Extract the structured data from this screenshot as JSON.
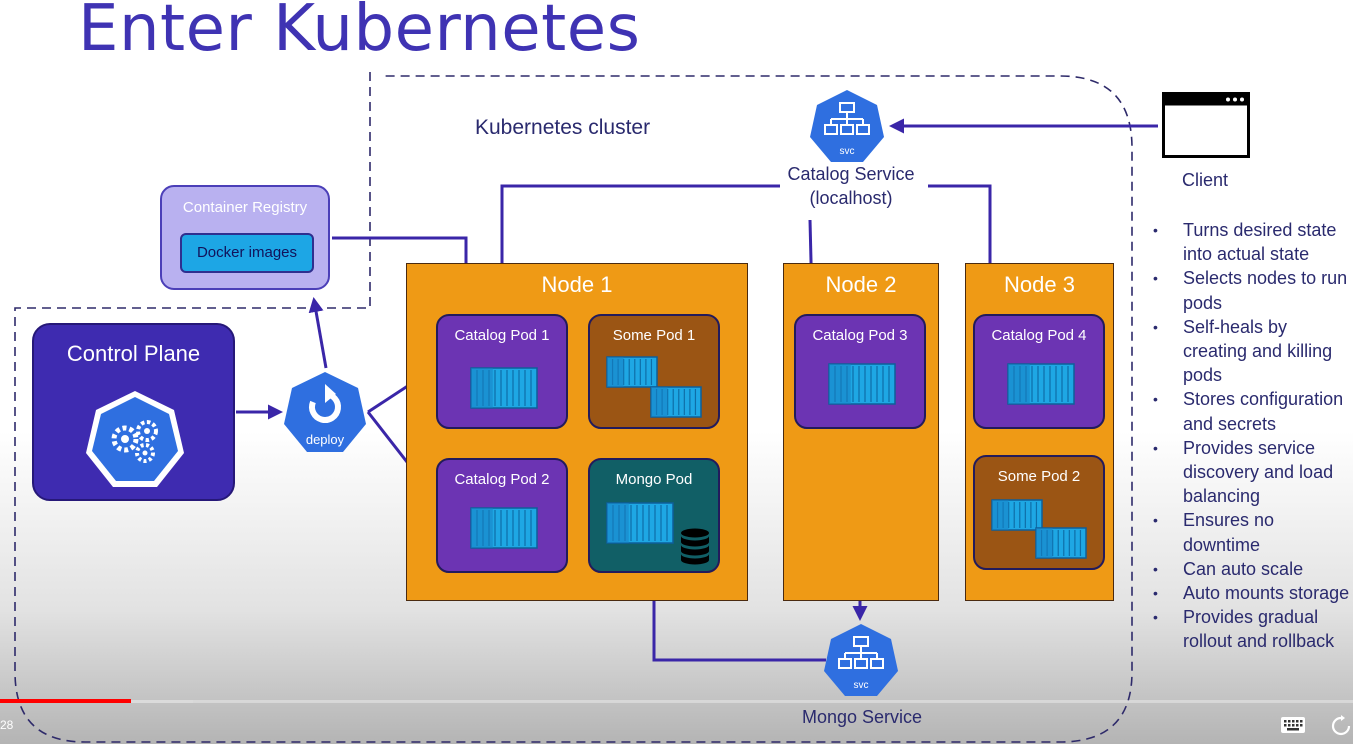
{
  "slide": {
    "title": "Enter Kubernetes",
    "cluster_label": "Kubernetes cluster"
  },
  "registry": {
    "label": "Container Registry",
    "images_label": "Docker images"
  },
  "control_plane": {
    "label": "Control Plane",
    "icon": "kubernetes-helm-icon"
  },
  "deploy": {
    "label": "deploy"
  },
  "catalog_service": {
    "line1": "Catalog Service",
    "line2": "(localhost)",
    "badge": "svc"
  },
  "mongo_service": {
    "label": "Mongo Service",
    "badge": "svc"
  },
  "client": {
    "label": "Client"
  },
  "nodes": [
    {
      "label": "Node 1"
    },
    {
      "label": "Node 2"
    },
    {
      "label": "Node 3"
    }
  ],
  "pods": {
    "catalog_1": "Catalog Pod 1",
    "some_1": "Some Pod 1",
    "catalog_2": "Catalog Pod 2",
    "mongo": "Mongo Pod",
    "catalog_3": "Catalog Pod 3",
    "catalog_4": "Catalog Pod 4",
    "some_2": "Some Pod 2"
  },
  "features": [
    "Turns desired state into actual state",
    "Selects nodes to run pods",
    "Self-heals by creating and killing pods",
    "Stores configuration and secrets",
    "Provides service discovery and load balancing",
    "Ensures no downtime",
    "Can auto scale",
    "Auto mounts storage",
    "Provides gradual rollout and rollback"
  ],
  "player": {
    "time": "28",
    "progress_fraction": 0.097,
    "buffer_fraction": 0.143
  },
  "colors": {
    "title": "#3f33b3",
    "arrow": "#3a26a8",
    "node": "#ef9a15",
    "catalog_pod": "#6c34b3",
    "some_pod": "#9b5514",
    "mongo_pod": "#115f66",
    "k8s_blue": "#2f6fe0",
    "container": "#1ea7e4"
  }
}
